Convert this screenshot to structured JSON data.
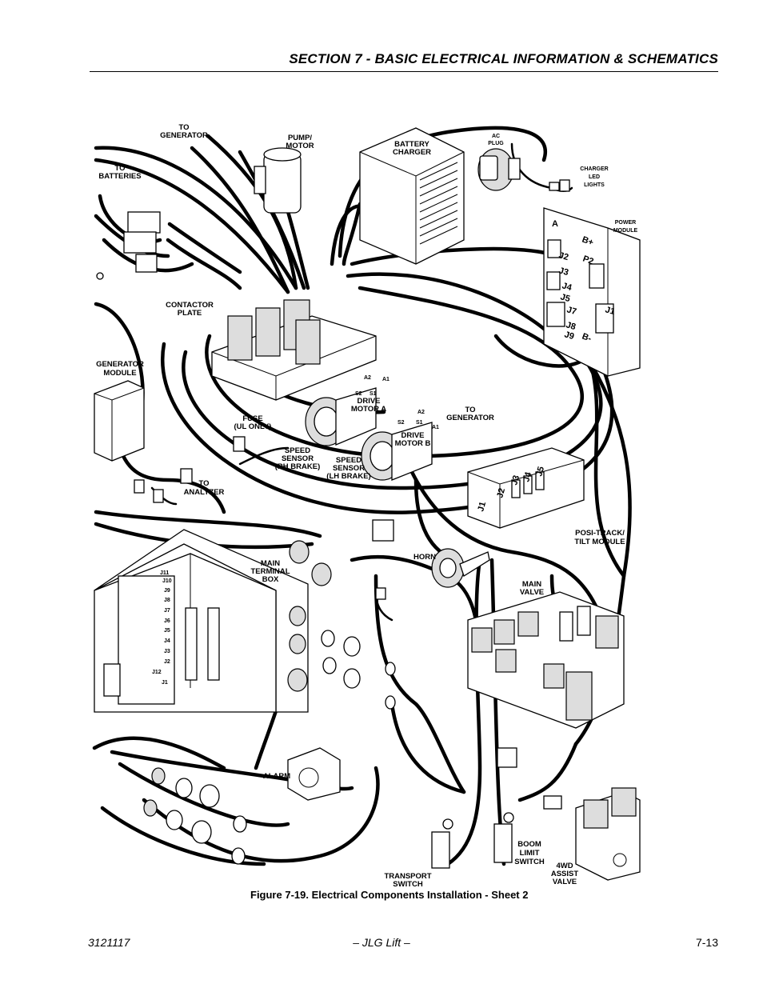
{
  "header": {
    "section_title": "SECTION 7 - BASIC ELECTRICAL INFORMATION & SCHEMATICS"
  },
  "figure": {
    "caption": "Figure 7-19.  Electrical Components Installation - Sheet 2",
    "labels": {
      "to_generator_top": [
        "TO",
        "GENERATOR"
      ],
      "to_batteries": [
        "TO",
        "BATTERIES"
      ],
      "pump_motor": [
        "PUMP/",
        "MOTOR"
      ],
      "battery_charger": [
        "BATTERY",
        "CHARGER"
      ],
      "ac_plug": [
        "AC",
        "PLUG"
      ],
      "charger_led_lights": [
        "CHARGER",
        "LED",
        "LIGHTS"
      ],
      "power_module": [
        "POWER",
        "MODULE"
      ],
      "contactor_plate": [
        "CONTACTOR",
        "PLATE"
      ],
      "generator_module": [
        "GENERATOR",
        "MODULE"
      ],
      "drive_motor_a": [
        "DRIVE",
        "MOTOR A"
      ],
      "drive_motor_b": [
        "DRIVE",
        "MOTOR B"
      ],
      "to_generator_mid": [
        "TO",
        "GENERATOR"
      ],
      "fuse": [
        "FUSE",
        "(UL ONLY)"
      ],
      "speed_sensor_rh": [
        "SPEED",
        "SENSOR",
        "(RH BRAKE)"
      ],
      "speed_sensor_lh": [
        "SPEED",
        "SENSOR",
        "(LH BRAKE)"
      ],
      "to_analyzer": [
        "TO",
        "ANALYZER"
      ],
      "posi_track": [
        "POSI-TRACK/",
        "TILT MODULE"
      ],
      "main_terminal_box": [
        "MAIN",
        "TERMINAL",
        "BOX"
      ],
      "horn": [
        "HORN"
      ],
      "main_valve": [
        "MAIN",
        "VALVE"
      ],
      "alarm": [
        "ALARM"
      ],
      "boom_limit_switch": [
        "BOOM",
        "LIMIT",
        "SWITCH"
      ],
      "transport_switch": [
        "TRANSPORT",
        "SWITCH"
      ],
      "fwd_assist_valve": [
        "4WD",
        "ASSIST",
        "VALVE"
      ]
    },
    "power_module_pins": [
      "A",
      "B+",
      "J2",
      "P2",
      "J3",
      "J4",
      "J5",
      "J7",
      "J1",
      "J8",
      "J9",
      "B-"
    ],
    "posi_track_pins": [
      "J1",
      "J2",
      "J3",
      "J4",
      "J5"
    ],
    "motor_terminals": {
      "a2": "A2",
      "a1": "A1",
      "s2": "S2",
      "s1": "S1"
    },
    "terminal_box_pins": [
      "J11",
      "J10",
      "J9",
      "J8",
      "J7",
      "J6",
      "J5",
      "J4",
      "J3",
      "J2",
      "J12",
      "J1"
    ]
  },
  "footer": {
    "doc_number": "3121117",
    "center": "– JLG Lift –",
    "page": "7-13"
  }
}
